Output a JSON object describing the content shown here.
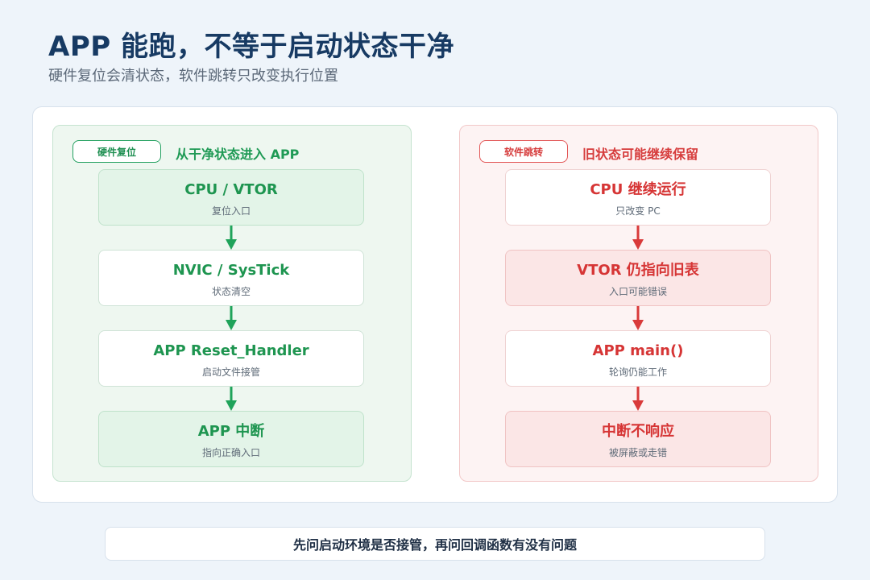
{
  "title": "APP 能跑，不等于启动状态干净",
  "subtitle": "硬件复位会清状态，软件跳转只改变执行位置",
  "left": {
    "badge": "硬件复位",
    "heading": "从干净状态进入 APP",
    "steps": [
      {
        "title": "CPU / VTOR",
        "sub": "复位入口"
      },
      {
        "title": "NVIC / SysTick",
        "sub": "状态清空"
      },
      {
        "title": "APP Reset_Handler",
        "sub": "启动文件接管"
      },
      {
        "title": "APP 中断",
        "sub": "指向正确入口"
      }
    ]
  },
  "right": {
    "badge": "软件跳转",
    "heading": "旧状态可能继续保留",
    "steps": [
      {
        "title": "CPU 继续运行",
        "sub": "只改变 PC"
      },
      {
        "title": "VTOR 仍指向旧表",
        "sub": "入口可能错误"
      },
      {
        "title": "APP main()",
        "sub": "轮询仍能工作"
      },
      {
        "title": "中断不响应",
        "sub": "被屏蔽或走错"
      }
    ]
  },
  "footer": "先问启动环境是否接管，再问回调函数有没有问题",
  "colors": {
    "title": "#173a63",
    "green": "#1f9a55",
    "red": "#d63c3c",
    "background": "#eef4fa"
  },
  "icons": {
    "connector": "arrow-down-icon"
  }
}
